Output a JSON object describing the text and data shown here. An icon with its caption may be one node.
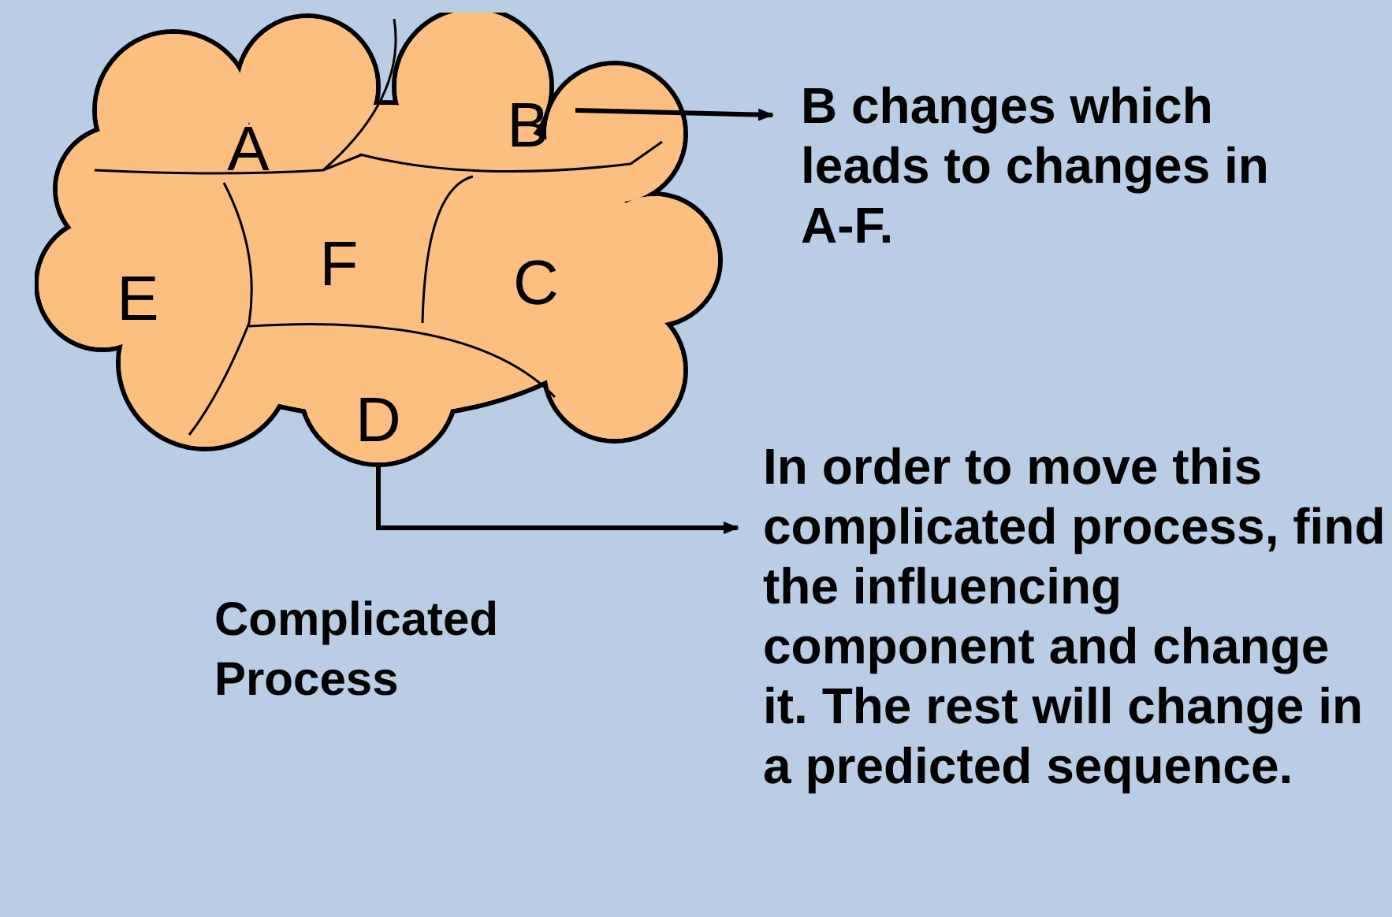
{
  "diagram": {
    "nodes": [
      {
        "text": [],
        "shape": "cloud",
        "beside": [
          "Complicated Process"
        ]
      },
      {
        "text": [
          "A"
        ],
        "in": 0
      },
      {
        "text": [
          "B"
        ],
        "in": 0
      },
      {
        "text": [
          "E"
        ],
        "in": 0
      },
      {
        "text": [
          "F"
        ],
        "in": 0
      },
      {
        "text": [
          "C"
        ],
        "in": 0
      },
      {
        "text": [
          "D"
        ],
        "in": 0
      },
      {
        "text": [
          "B changes which leads to changes in A-F."
        ]
      },
      {
        "text": [
          "In order to move this complicated process, find the influencing component and change it. The rest will change in a predicted sequence."
        ]
      }
    ],
    "edges": [
      {
        "from": 2,
        "to": 7,
        "arrow": "to"
      },
      {
        "from": 6,
        "to": 8,
        "arrow": "to"
      }
    ]
  }
}
